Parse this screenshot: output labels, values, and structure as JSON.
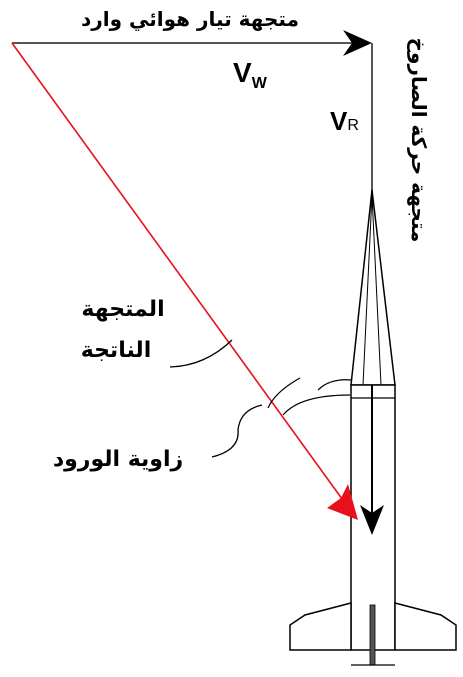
{
  "labels": {
    "wind_vector": "متجهة تيار هوائي وارد",
    "rocket_motion_vector": "متجهة حركة الصاروخ",
    "resultant_line1": "المتجهة",
    "resultant_line2": "الناتجة",
    "incidence_angle": "زاوية الورود"
  },
  "symbols": {
    "vw_main": "V",
    "vw_sub": "W",
    "vr_main": "V",
    "vr_sub": "R"
  },
  "colors": {
    "resultant": "#e8101a",
    "lines": "#000000",
    "vector_gray": "#555555"
  }
}
